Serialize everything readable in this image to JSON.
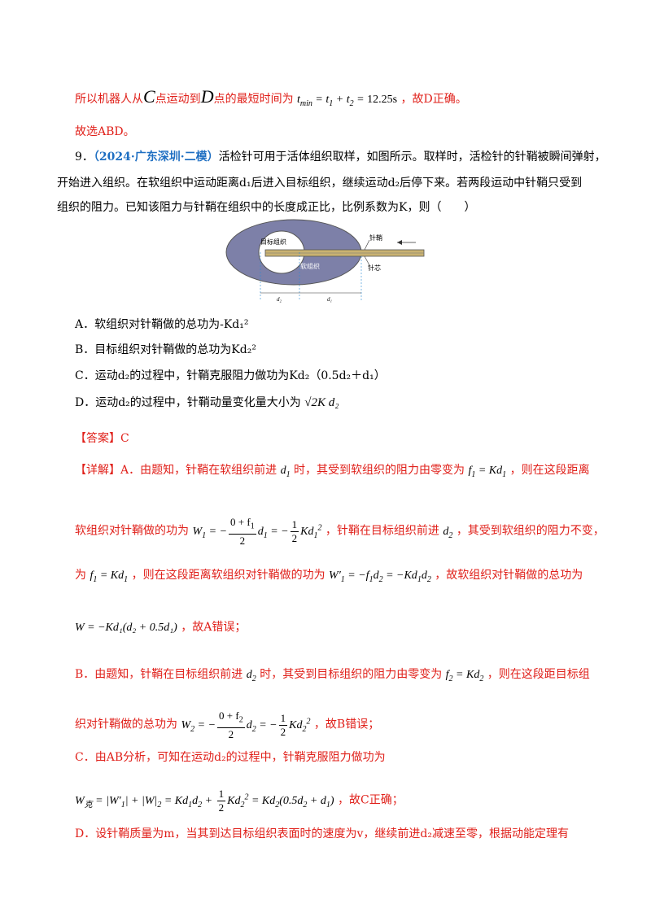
{
  "prev": {
    "line1_a": "所以机器人从",
    "var_c": "C",
    "line1_b": "点运动到",
    "var_d": "D",
    "line1_c": "点的最短时间为",
    "line1_formula": "t_min = t1 + t2 = 12.25s",
    "line1_d": "，故D正确。",
    "conclusion": "故选ABD。"
  },
  "question": {
    "number": "9．",
    "source": "（2024·广东深圳·二模）",
    "stem_1": "活检针可用于活体组织取样，如图所示。取样时，活检针的针鞘被瞬间弹射，",
    "stem_2": "开始进入组织。在软组织中运动距离d₁后进入目标组织，继续运动d₂后停下来。若两段运动中针鞘只受到",
    "stem_3": "组织的阻力。已知该阻力与针鞘在组织中的长度成正比，比例系数为K，则（　　）"
  },
  "figure": {
    "label_target": "目标组织",
    "label_soft": "软组织",
    "label_sheath": "针鞘",
    "label_core": "针芯",
    "label_d2": "d₂",
    "label_d1": "d₁",
    "colors": {
      "tissue": "#7d80a8",
      "needle": "#c9b272"
    }
  },
  "options": {
    "a": "A．软组织对针鞘做的总功为-Kd₁²",
    "b": "B．目标组织对针鞘做的总功为Kd₂²",
    "c": "C．运动d₂的过程中，针鞘克服阻力做功为Kd₂（0.5d₂＋d₁）",
    "d_pre": "D．运动d₂的过程中，针鞘动量变化量大小为",
    "d_formula": "√2K d₂"
  },
  "answer": {
    "label": "【答案】C"
  },
  "detail": {
    "a1_pre": "【详解】A．由题知，针鞘在软组织前进",
    "a1_mid": "时，其受到软组织的阻力由零变为",
    "a1_post": "，则在这段距离",
    "a2_pre": "软组织对针鞘做的功为",
    "a2_mid": "，针鞘在目标组织前进",
    "a2_post": "，其受到软组织的阻力不变，",
    "a3_pre": "为",
    "a3_mid": "，则在这段距离软组织对针鞘做的功为",
    "a3_post": "，故软组织对针鞘做的总功为",
    "a4_formula": "W = −Kd₁(d₂ + 0.5d₁)",
    "a4_post": "，故A错误；",
    "b1_pre": "B．由题知，针鞘在目标组织前进",
    "b1_mid": "时，其受到目标组织的阻力由零变为",
    "b1_post": "，则在这段距目标组",
    "b2_pre": "织对针鞘做的总功为",
    "b2_post": "，故B错误；",
    "c1": "C．由AB分析，可知在运动d₂的过程中，针鞘克服阻力做功为",
    "c2_post": "，故C正确；",
    "d1": "D．设针鞘质量为m，当其到达目标组织表面时的速度为v，继续前进d₂减速至零，根据动能定理有"
  }
}
